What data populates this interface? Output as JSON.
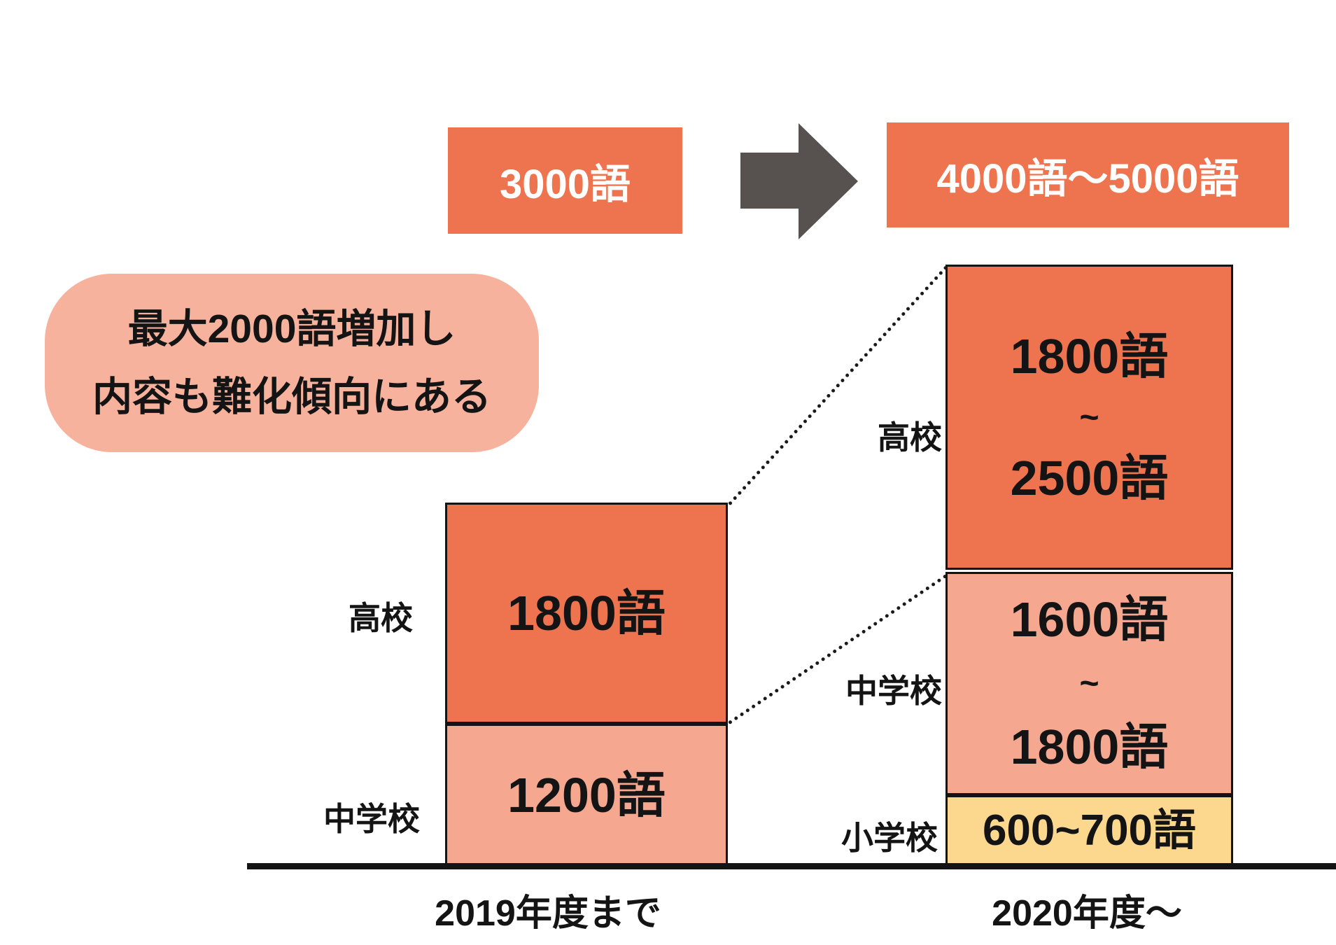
{
  "header": {
    "before_total": "3000語",
    "after_total": "4000語〜5000語"
  },
  "callout": {
    "line1": "最大2000語増加し",
    "line2": "内容も難化傾向にある"
  },
  "bars": {
    "before": {
      "axis_label": "2019年度まで",
      "segments": [
        {
          "label": "高校",
          "text": "1800語"
        },
        {
          "label": "中学校",
          "text": "1200語"
        }
      ]
    },
    "after": {
      "axis_label": "2020年度〜",
      "segments": [
        {
          "label": "高校",
          "lines": [
            "1800語",
            "~",
            "2500語"
          ]
        },
        {
          "label": "中学校",
          "lines": [
            "1600語",
            "~",
            "1800語"
          ]
        },
        {
          "label": "小学校",
          "text": "600~700語"
        }
      ]
    }
  },
  "colors": {
    "orange": "#ED744F",
    "salmon": "#F5A78F",
    "yellow": "#FBD88E",
    "bubble_pink": "#F6B29D",
    "arrow_gray": "#575250",
    "line_black": "#141414",
    "box_text_white": "#FFFFFF"
  },
  "chart_data": {
    "type": "bar",
    "subtype": "stacked_comparison",
    "title": "",
    "categories": [
      "2019年度まで",
      "2020年度〜"
    ],
    "series": [
      {
        "name": "小学校",
        "values": [
          0,
          650
        ],
        "value_labels": [
          "",
          "600~700語"
        ],
        "color": "#FBD88E"
      },
      {
        "name": "中学校",
        "values": [
          1200,
          1700
        ],
        "value_labels": [
          "1200語",
          "1600語~1800語"
        ],
        "color": "#F5A78F"
      },
      {
        "name": "高校",
        "values": [
          1800,
          2150
        ],
        "value_labels": [
          "1800語",
          "1800語~2500語"
        ],
        "color": "#ED744F"
      }
    ],
    "totals_labels": [
      "3000語",
      "4000語〜5000語"
    ],
    "annotation": "最大2000語増加し内容も難化傾向にある",
    "xlabel": "",
    "ylabel": "",
    "legend_position": "beside-segments",
    "grid": false,
    "connector_lines": "dotted"
  }
}
